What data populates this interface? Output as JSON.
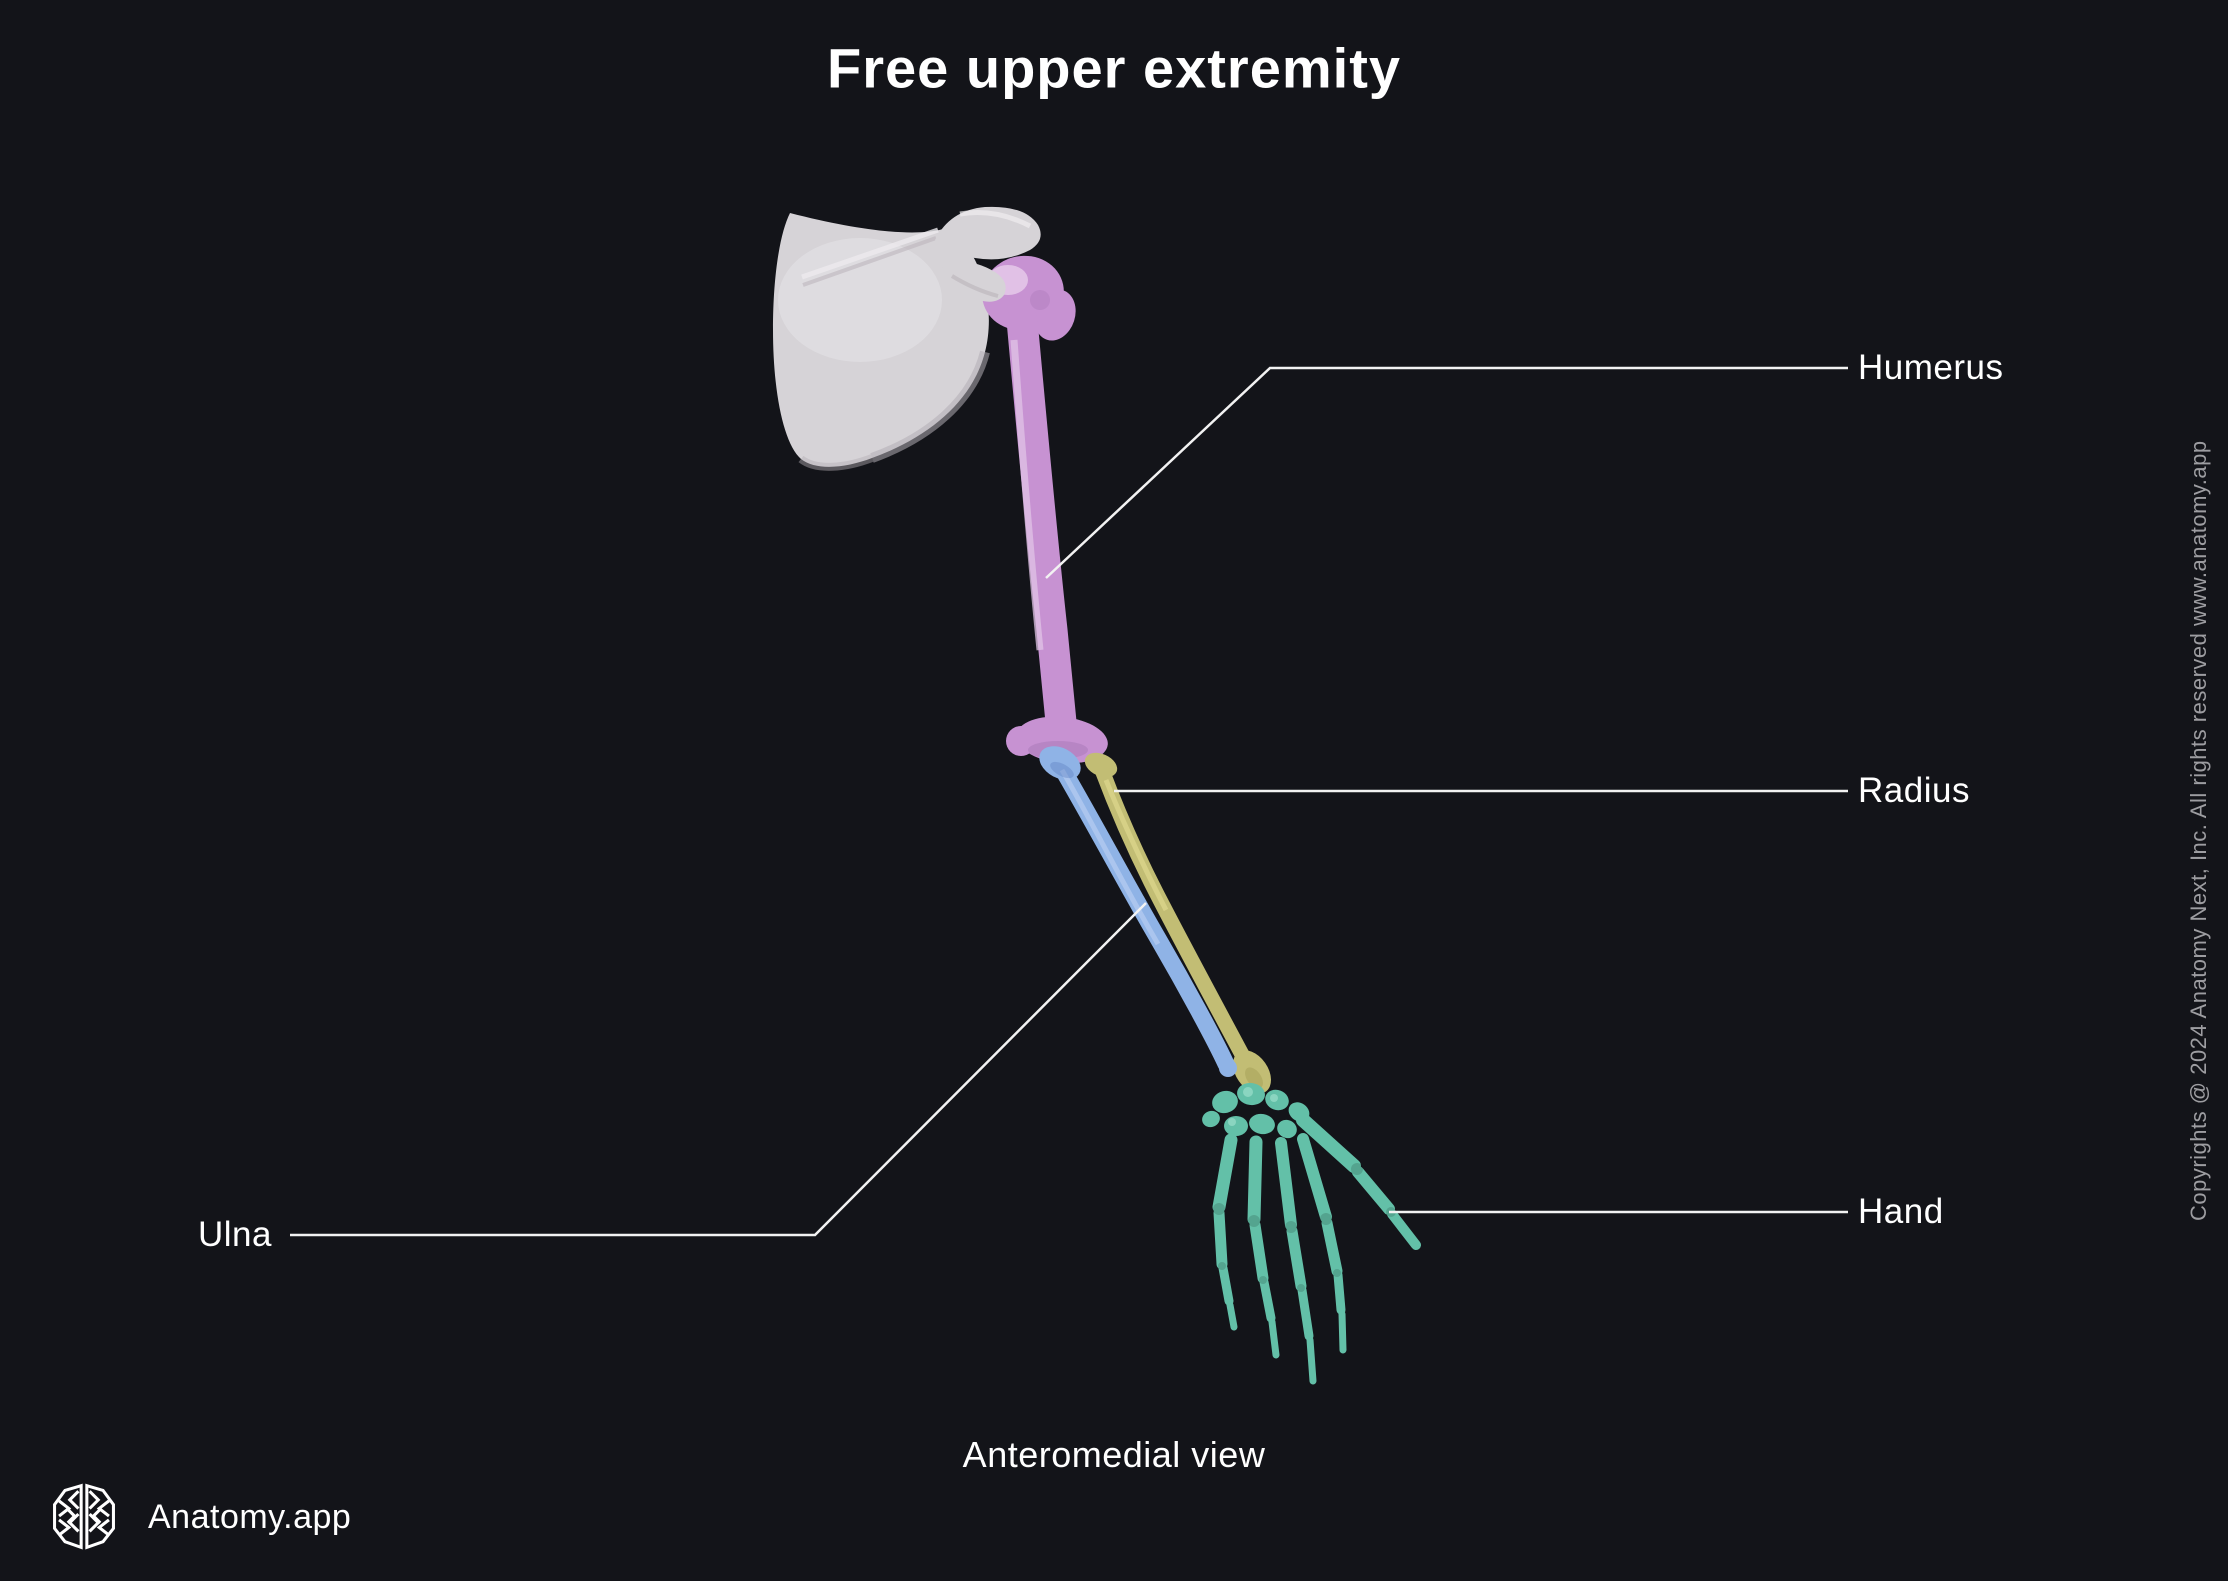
{
  "title": "Free upper extremity",
  "caption": "Anteromedial view",
  "labels": {
    "humerus": "Humerus",
    "radius": "Radius",
    "hand": "Hand",
    "ulna": "Ulna"
  },
  "branding": {
    "logo_icon": "brain-icon",
    "logo_text": "Anatomy.app"
  },
  "copyright": "Copyrights @ 2024 Anatomy Next, Inc. All rights reserved www.anatomy.app",
  "colors": {
    "background": "#131419",
    "text": "#ffffff",
    "muted_text": "#9d9da1",
    "leader_line": "#f2f2f2",
    "scapula": "#d6d3d7",
    "humerus": "#c792d2",
    "radius": "#c2bd74",
    "ulna": "#8fb3e6",
    "hand": "#63c0a8"
  }
}
